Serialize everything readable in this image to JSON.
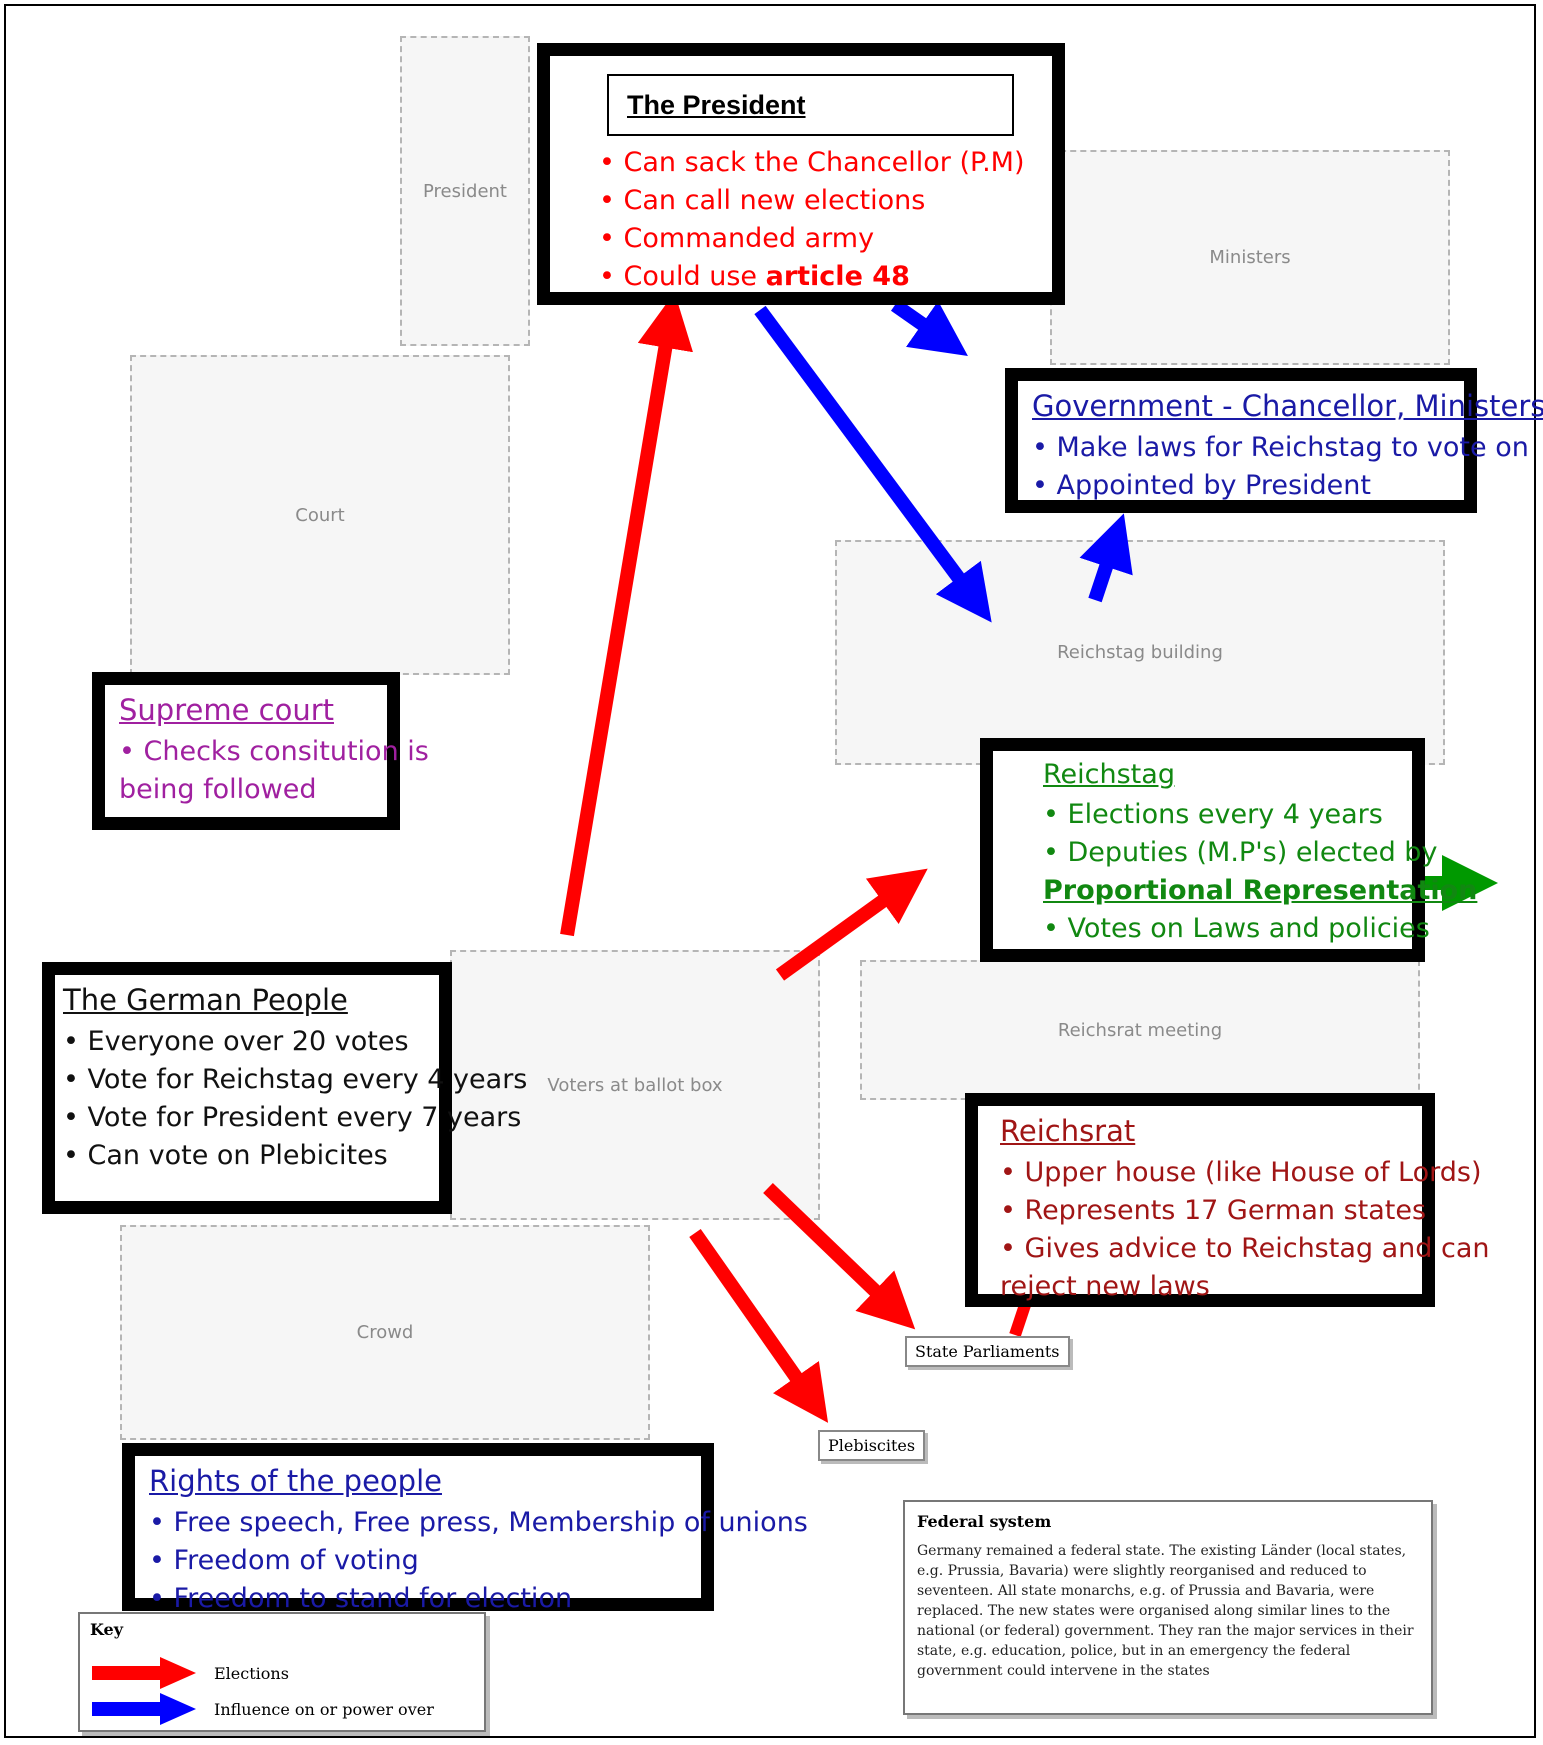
{
  "colors": {
    "elections": "#ff0000",
    "influence": "#0000ff",
    "green": "#009900",
    "president": "#ff0000",
    "government": "#1a1aa6",
    "supreme_court": "#a020a0",
    "reichstag": "#118811",
    "reichsrat": "#a01515",
    "people": "#111111",
    "rights": "#1a1aa6"
  },
  "president": {
    "title": "The President",
    "items": [
      "Can sack the Chancellor (P.M)",
      "Can call new elections",
      "Commanded army"
    ],
    "last_prefix": "Could use ",
    "last_bold": "article 48"
  },
  "government": {
    "title": "Government - Chancellor, Ministers",
    "items": [
      "Make laws for Reichstag to vote on",
      "Appointed by President"
    ]
  },
  "supreme_court": {
    "title": "Supreme court",
    "line1": "Checks consitution is",
    "line2": "being followed"
  },
  "reichstag": {
    "title": "Reichstag",
    "items": [
      "Elections every 4 years",
      "Deputies (M.P's) elected by"
    ],
    "bold_line": "Proportional Representation",
    "last": "Votes on Laws and policies"
  },
  "german_people": {
    "title": "The German People",
    "items": [
      "Everyone over 20 votes",
      "Vote for Reichstag every 4 years",
      "Vote for President every 7 years",
      "Can vote on Plebicites"
    ]
  },
  "reichsrat": {
    "title": "Reichsrat",
    "items": [
      "Upper house (like House of Lords)",
      "Represents 17 German states",
      "Gives advice to Reichstag and can"
    ],
    "cont": "reject new laws"
  },
  "rights": {
    "title": "Rights of the people",
    "items": [
      "Free speech, Free press, Membership of unions",
      "Freedom of voting",
      "Freedom to stand for election"
    ]
  },
  "labels": {
    "state_parliaments": "State Parliaments",
    "plebiscites": "Plebiscites"
  },
  "federal": {
    "title": "Federal system",
    "body": "Germany remained a federal state. The existing Länder (local states, e.g. Prussia, Bavaria) were slightly reorganised and reduced to seventeen. All state monarchs, e.g. of Prussia and Bavaria, were replaced. The new states were organised along similar lines to the national (or federal) government. They ran the major services in their state, e.g. education, police, but in an emergency the federal government could intervene in the states"
  },
  "key": {
    "title": "Key",
    "elections": "Elections",
    "influence": "Influence on or power over"
  },
  "illustrations": {
    "president_figure": "President",
    "ministers_group": "Ministers",
    "court_scene": "Court",
    "reichstag_building": "Reichstag building",
    "voting_scene": "Voters at ballot box",
    "crowd": "Crowd",
    "council_meeting": "Reichsrat meeting"
  }
}
